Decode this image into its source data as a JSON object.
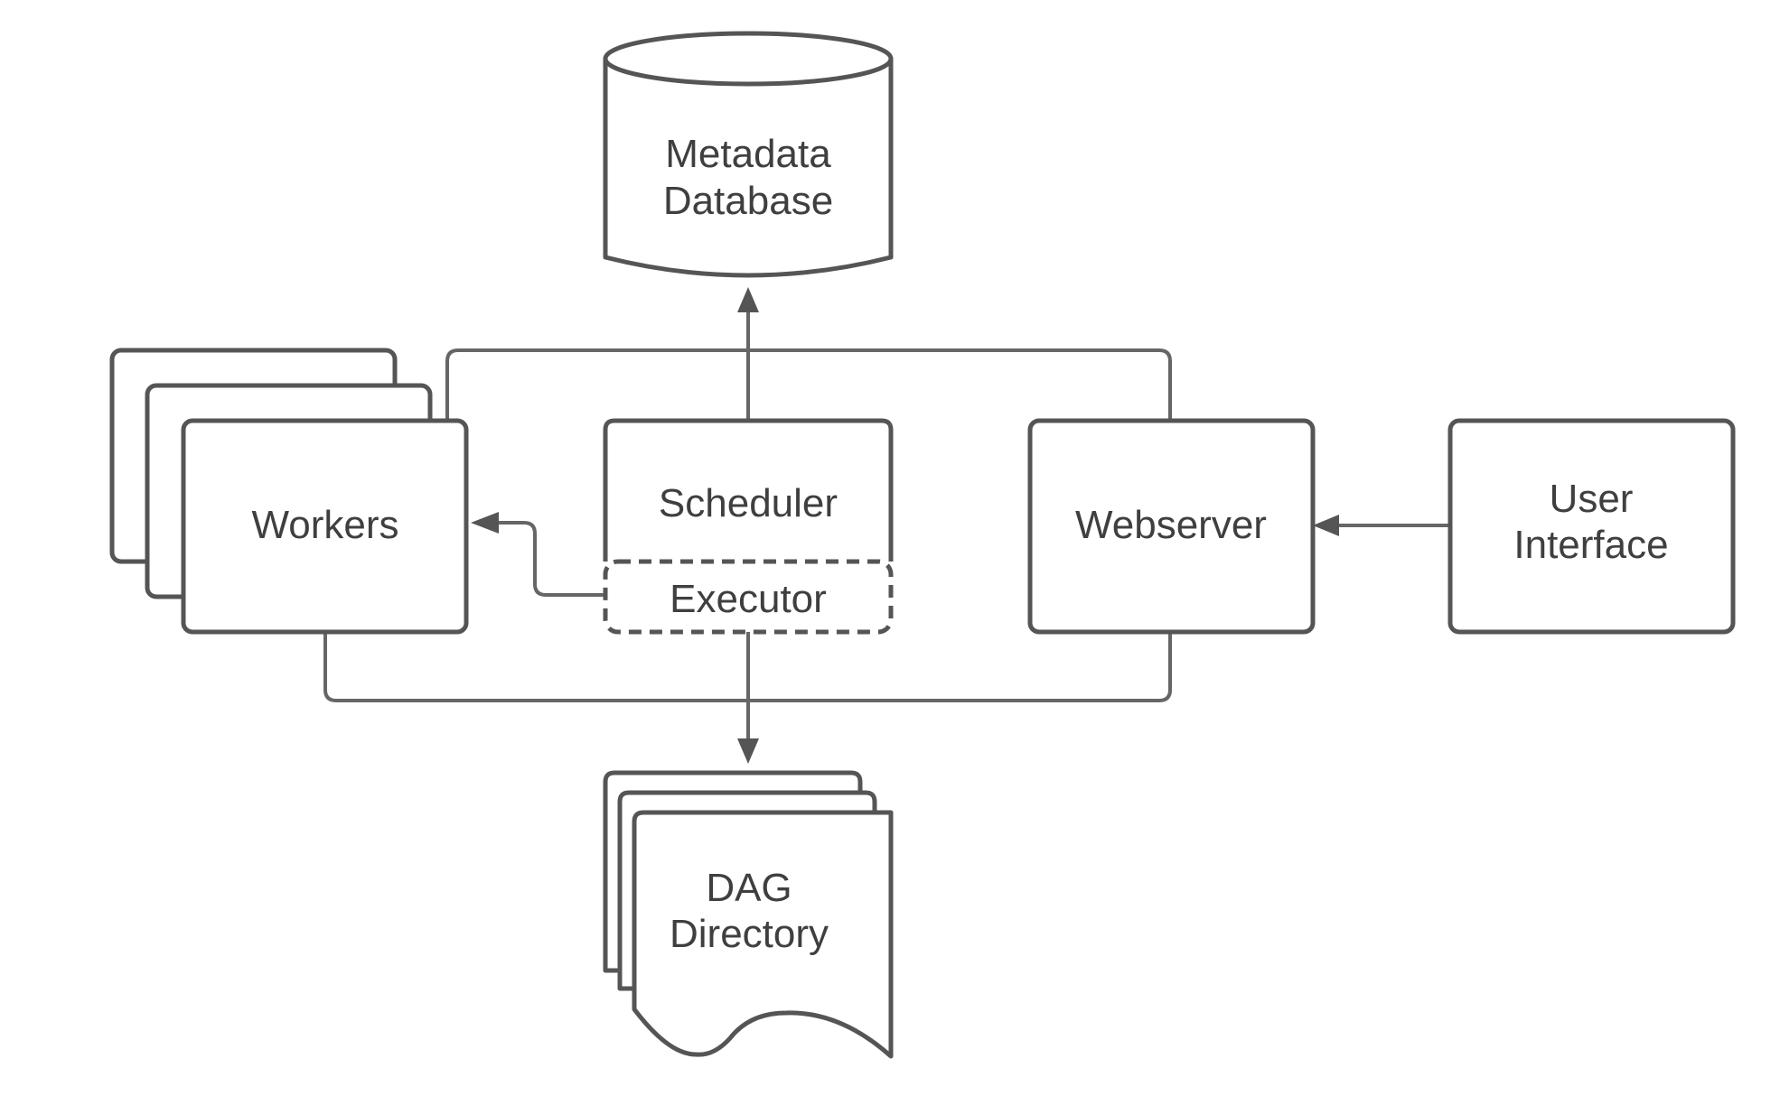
{
  "nodes": {
    "metadata_database": {
      "line1": "Metadata",
      "line2": "Database"
    },
    "workers": {
      "label": "Workers"
    },
    "scheduler": {
      "label": "Scheduler"
    },
    "executor": {
      "label": "Executor"
    },
    "webserver": {
      "label": "Webserver"
    },
    "user_interface": {
      "line1": "User",
      "line2": "Interface"
    },
    "dag_directory": {
      "line1": "DAG",
      "line2": "Directory"
    }
  },
  "colors": {
    "stroke": "#555555",
    "text": "#3f3f3f",
    "background": "#ffffff"
  }
}
